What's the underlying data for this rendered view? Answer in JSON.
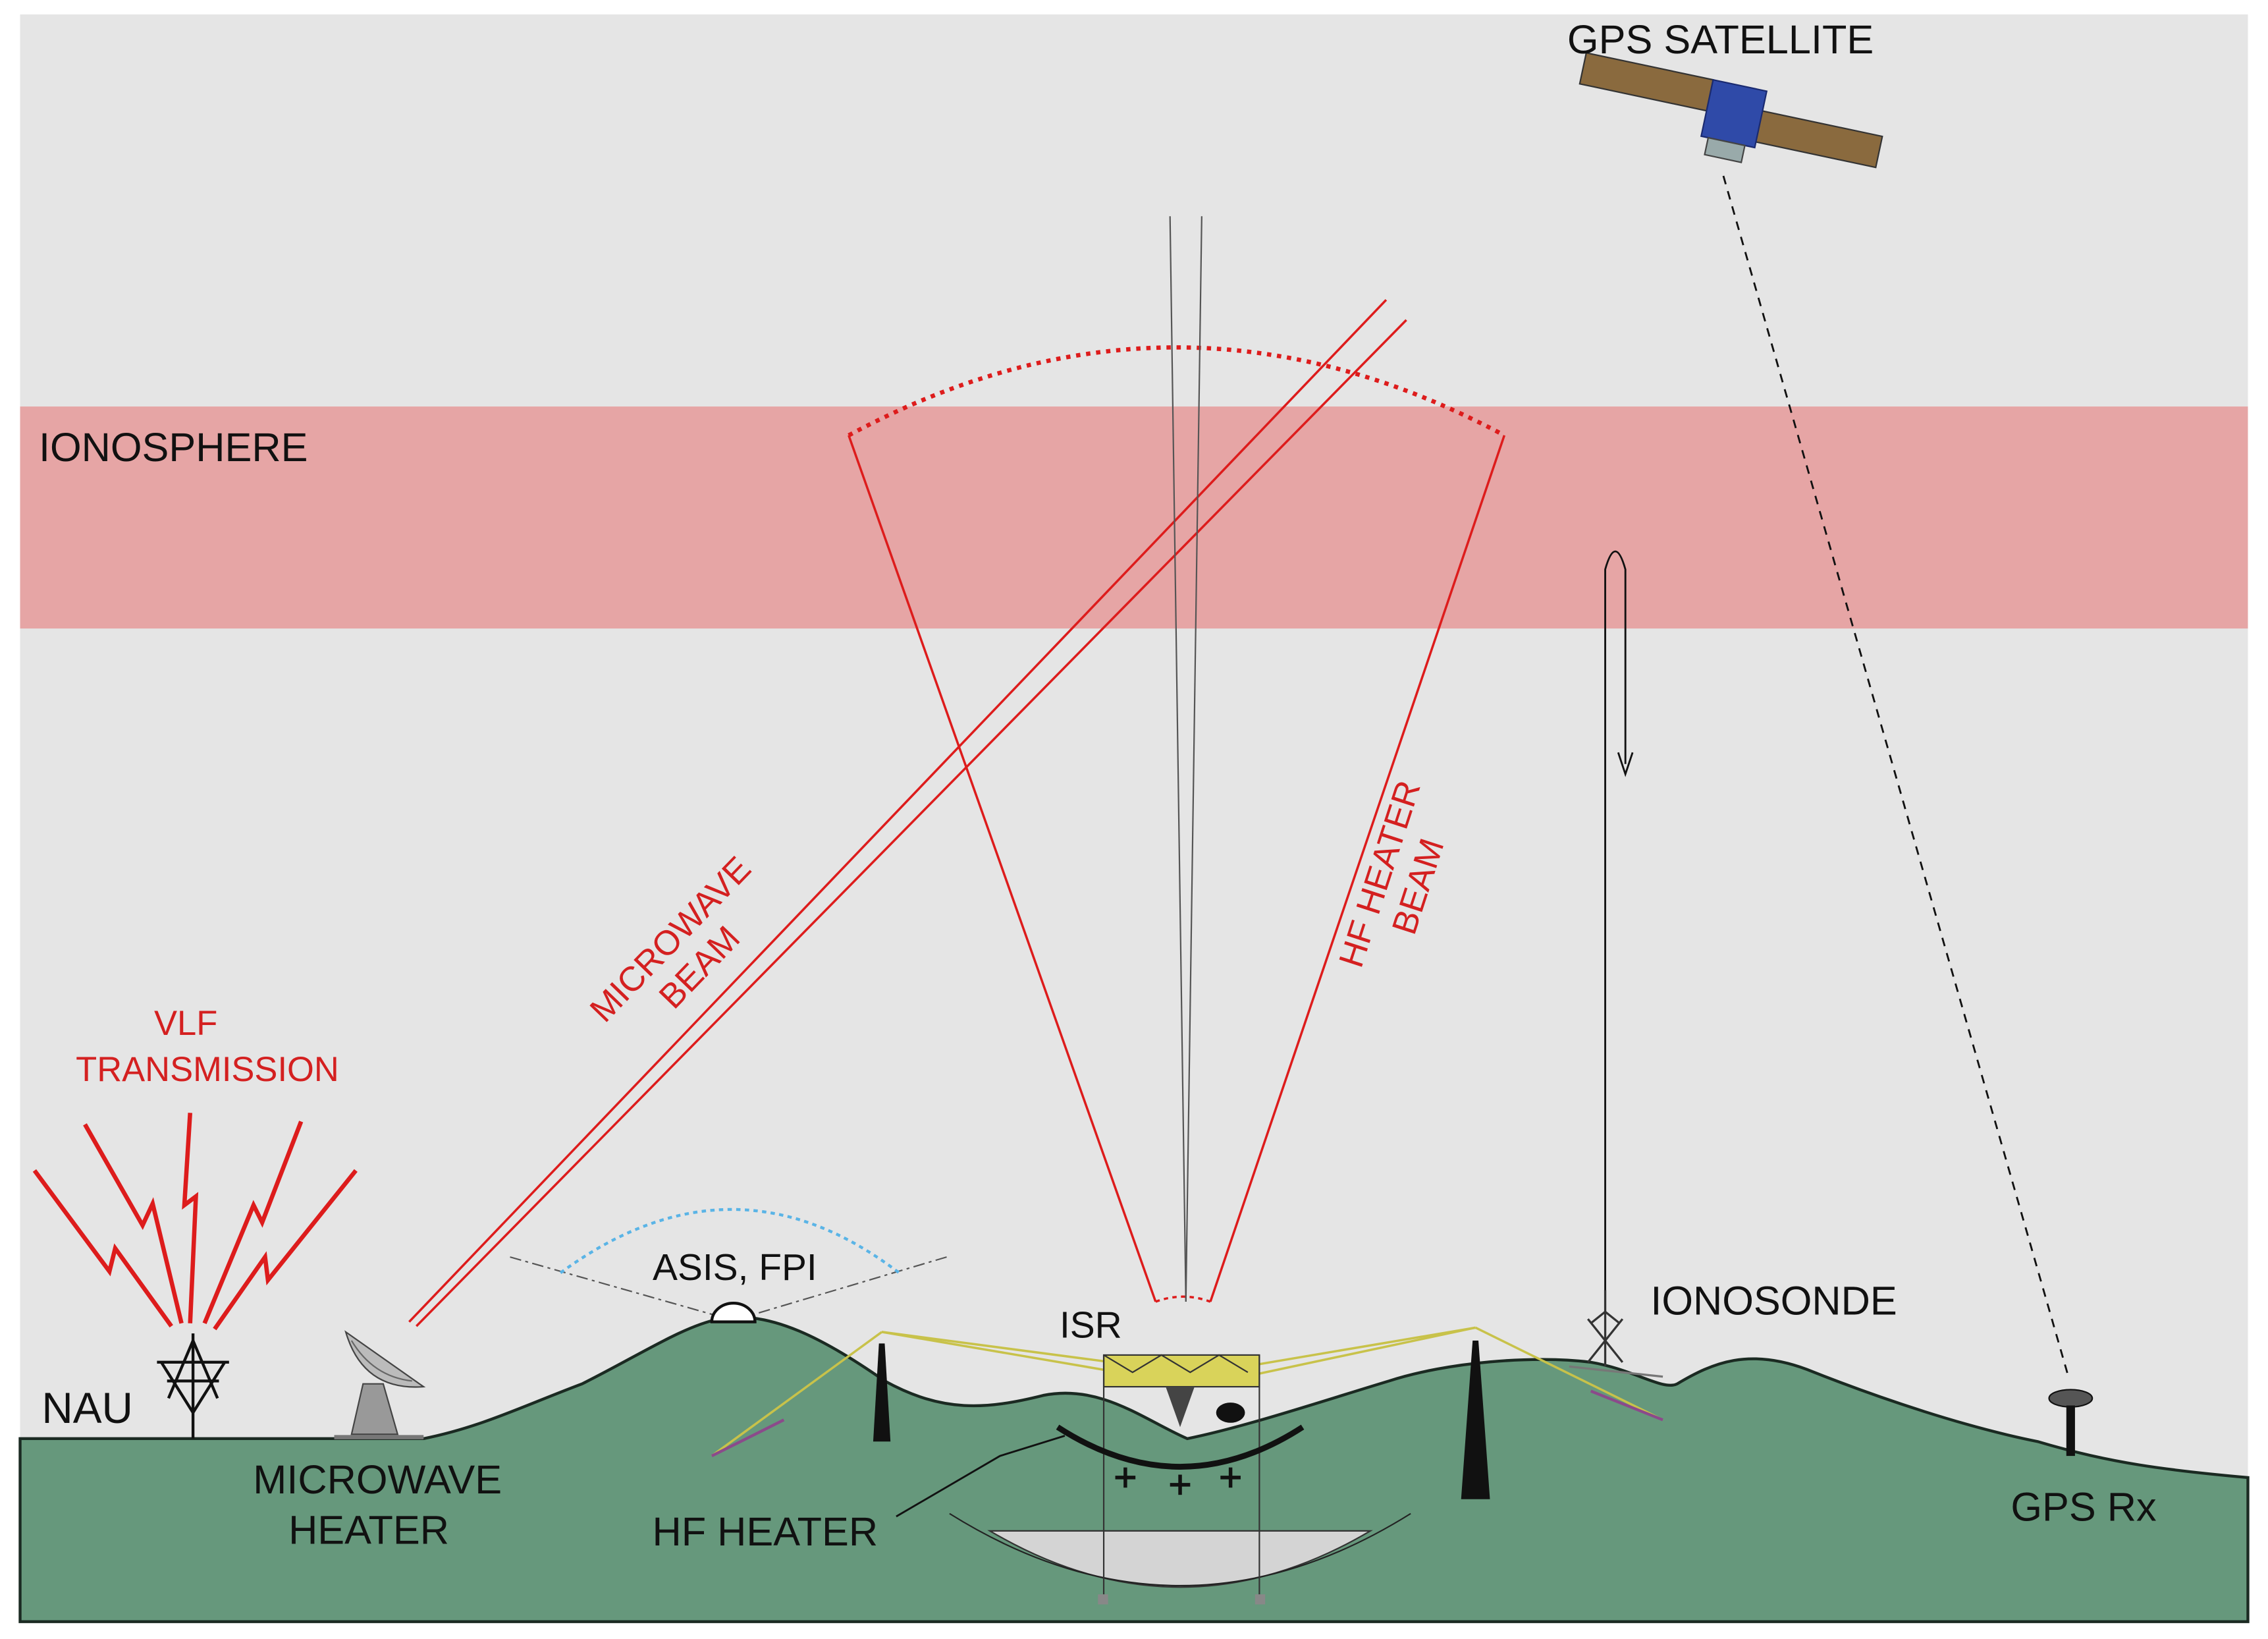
{
  "labels": {
    "gps_satellite": "GPS SATELLITE",
    "ionosphere": "IONOSPHERE",
    "vlf_line1": "VLF",
    "vlf_line2": "TRANSMISSION",
    "microwave_beam_line1": "MICROWAVE",
    "microwave_beam_line2": "BEAM",
    "hf_beam_line1": "HF HEATER",
    "hf_beam_line2": "BEAM",
    "asis_fpi": "ASIS, FPI",
    "isr": "ISR",
    "ionosonde": "IONOSONDE",
    "nau": "NAU",
    "microwave_heater_line1": "MICROWAVE",
    "microwave_heater_line2": "HEATER",
    "hf_heater": "HF HEATER",
    "gps_rx": "GPS Rx"
  },
  "colors": {
    "sky": "#e5e5e5",
    "ionosphere_band": "#e6a5a5",
    "ground": "#66987c",
    "beam_red": "#dd1c1c",
    "label_red": "#d42020",
    "label_black": "#111111",
    "asis_dome_fov": "#5ab4e6",
    "cable_yellow": "#c8c24a",
    "satellite_panel": "#8a6a3e",
    "satellite_body": "#2f4aa8"
  },
  "icons": {
    "satellite": "gps-satellite-icon",
    "vlf_tower": "vlf-antenna-tower-icon",
    "microwave_dish": "microwave-dish-icon",
    "asis_dome": "all-sky-dome-icon",
    "isr_platform": "radar-platform-icon",
    "ionosonde_antenna": "ionosonde-antenna-icon",
    "gps_receiver": "gps-receiver-icon"
  }
}
